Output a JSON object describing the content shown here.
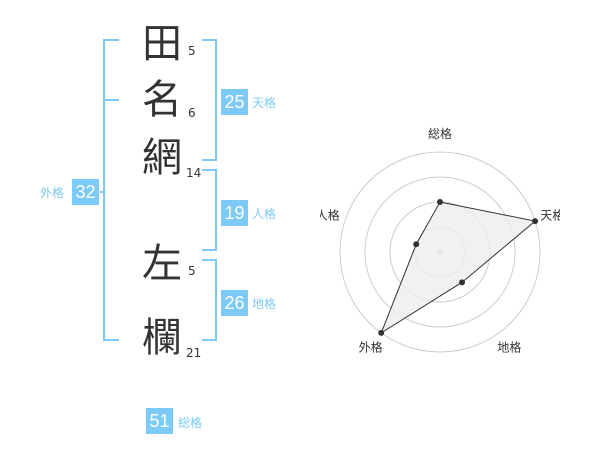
{
  "name": {
    "chars": [
      {
        "char": "田",
        "strokes": "5"
      },
      {
        "char": "名",
        "strokes": "6"
      },
      {
        "char": "網",
        "strokes": "14"
      },
      {
        "char": "左",
        "strokes": "5"
      },
      {
        "char": "欄",
        "strokes": "21"
      }
    ]
  },
  "fortunes": {
    "tenkaku": {
      "value": "25",
      "label": "天格"
    },
    "jinkaku": {
      "value": "19",
      "label": "人格"
    },
    "chikaku": {
      "value": "26",
      "label": "地格"
    },
    "gaikaku": {
      "value": "32",
      "label": "外格"
    },
    "soukaku": {
      "value": "51",
      "label": "総格"
    }
  },
  "colors": {
    "box": "#7ccaf5",
    "line": "#7ccaf5",
    "label": "#7ccaf5",
    "ring": "#cccccc",
    "polygon_fill": "#eeeeee",
    "polygon_stroke": "#333333"
  },
  "chart_data": {
    "type": "radar",
    "axes": [
      "総格",
      "天格",
      "地格",
      "外格",
      "人格"
    ],
    "levels": 4,
    "max": 4,
    "values": [
      2,
      4,
      1.5,
      4,
      1
    ]
  }
}
